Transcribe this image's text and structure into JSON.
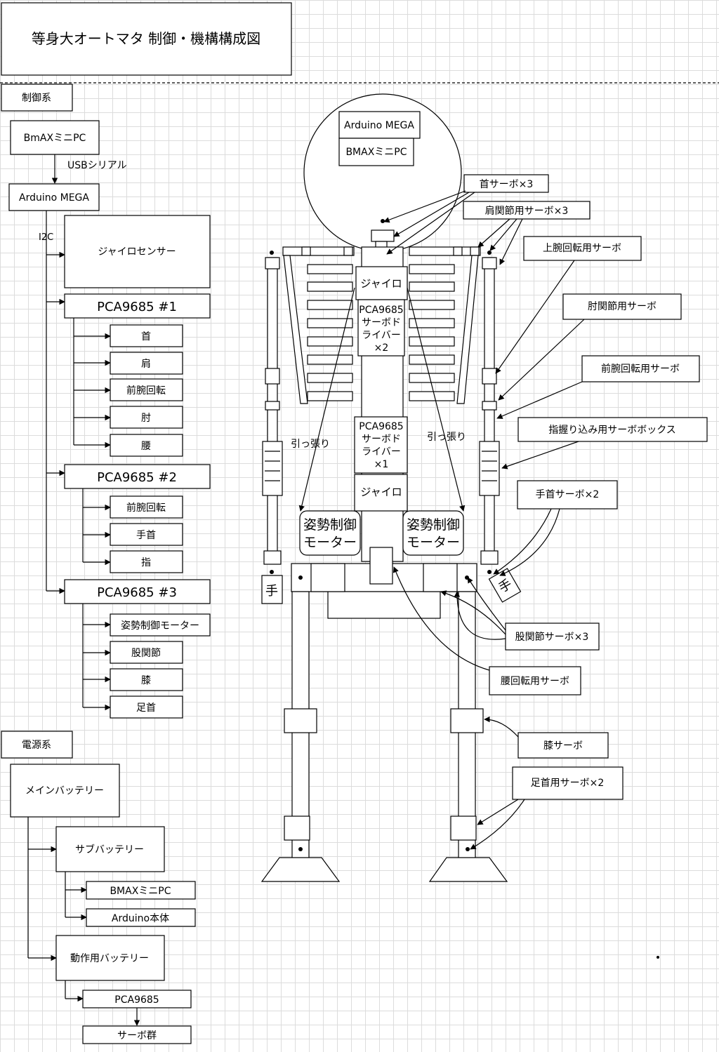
{
  "title": "等身大オートマタ 制御・機構構成図",
  "control": {
    "heading": "制御系",
    "pc": "BmAXミニPC",
    "usb": "USBシリアル",
    "arduino": "Arduino MEGA",
    "i2c": "I2C",
    "gyro": "ジャイロセンサー",
    "pca1": "PCA9685 #1",
    "pca1_items": [
      "首",
      "肩",
      "前腕回転",
      "肘",
      "腰"
    ],
    "pca2": "PCA9685 #2",
    "pca2_items": [
      "前腕回転",
      "手首",
      "指"
    ],
    "pca3": "PCA9685 #3",
    "pca3_items": [
      "姿勢制御モーター",
      "股関節",
      "膝",
      "足首"
    ]
  },
  "power": {
    "heading": "電源系",
    "main": "メインバッテリー",
    "sub": "サブバッテリー",
    "sub_items": [
      "BMAXミニPC",
      "Arduino本体"
    ],
    "motion": "動作用バッテリー",
    "pca": "PCA9685",
    "servos": "サーボ群"
  },
  "robot": {
    "head_arduino": "Arduino MEGA",
    "head_pc": "BMAXミニPC",
    "gyro_upper": "ジャイロ",
    "pca_upper": [
      "PCA9685",
      "サーボド",
      "ライバー",
      "×2"
    ],
    "pca_lower": [
      "PCA9685",
      "サーボド",
      "ライバー",
      "×1"
    ],
    "gyro_lower": "ジャイロ",
    "pull": "引っ張り",
    "posture_motor": [
      "姿勢制御",
      "モーター"
    ],
    "hand": "手"
  },
  "callouts": {
    "neck": "首サーボ×3",
    "shoulder": "肩関節用サーボ×3",
    "upper_arm": "上腕回転用サーボ",
    "elbow": "肘関節用サーボ",
    "forearm": "前腕回転用サーボ",
    "finger": "指握り込み用サーボボックス",
    "wrist": "手首サーボ×2",
    "hip": "股関節サーボ×3",
    "waist": "腰回転用サーボ",
    "knee": "膝サーボ",
    "ankle": "足首用サーボ×2"
  }
}
